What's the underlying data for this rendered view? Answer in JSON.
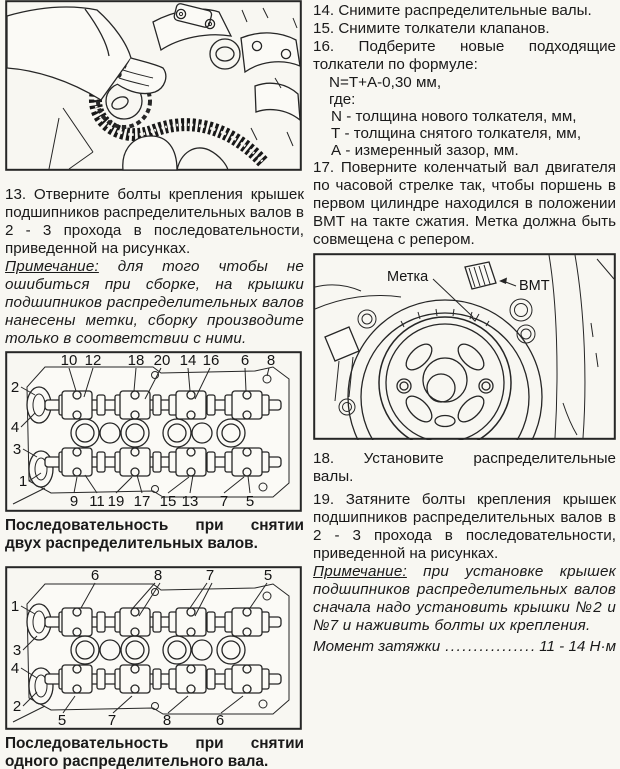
{
  "page": {
    "bg": "#f8f7f2",
    "ink": "#1a1a1a",
    "figure_border": "#1d1d1d"
  },
  "steps": {
    "s13": "13. Отверните болты крепления крышек подшипников распределительных валов в 2 - 3 прохода в последовательности, приведенной на рисунках.",
    "s14": "14. Снимите распределительные валы.",
    "s15": "15. Снимите толкатели клапанов.",
    "s16": "16. Подберите новые подходящие толкатели по формуле:",
    "s17": "17. Поверните коленчатый вал двигателя по часовой стрелке так, чтобы поршень в первом цилиндре находился в положении ВМТ на такте сжатия. Метка должна быть совмещена с репером.",
    "s18_line1": "18. Установите распределительные",
    "s18_line2": "валы.",
    "s19": "19. Затяните болты крепления крышек подшипников распределительных валов в 2 - 3 прохода в последовательности, приведенной на рисунках."
  },
  "formula": {
    "main": "N=T+A-0,30 мм,",
    "where": "где:",
    "n": "N - толщина нового толкателя, мм,",
    "t": "Т - толщина снятого толкателя, мм,",
    "a": "А - измеренный зазор, мм."
  },
  "notes": {
    "label": "Примечание:",
    "note1": "для того чтобы не ошибиться при сборке, на крышки подшипников распределительных валов нанесены метки, сборку производите только в соответствии с ними.",
    "note2": "при установке крышек подшипников распределительных валов сначала надо установить крышки №2 и №7 и наживить болты их крепления."
  },
  "torque": {
    "label": "Момент затяжки",
    "dots": ".................",
    "value": "11 - 14 Н·м"
  },
  "captions": {
    "two_line1": "Последовательность при снятии",
    "two_line2": "двух распределительных валов.",
    "one_line1": "Последовательность при снятии",
    "one_line2": "одного распределительного вала."
  },
  "fig_tdc": {
    "mark_label": "Метка",
    "tdc_label": "ВМТ"
  },
  "fig_two_cams": {
    "top": [
      "10",
      "12",
      "18",
      "20",
      "14",
      "16",
      "6",
      "8"
    ],
    "left": [
      "2",
      "4",
      "3",
      "1"
    ],
    "bottom": [
      "9",
      "11",
      "19",
      "17",
      "15",
      "13",
      "7",
      "5"
    ]
  },
  "fig_one_cam": {
    "top": [
      "6",
      "8",
      "7",
      "5"
    ],
    "left": [
      "1",
      "3",
      "4",
      "2"
    ],
    "bottom": [
      "5",
      "7",
      "8",
      "6"
    ]
  }
}
